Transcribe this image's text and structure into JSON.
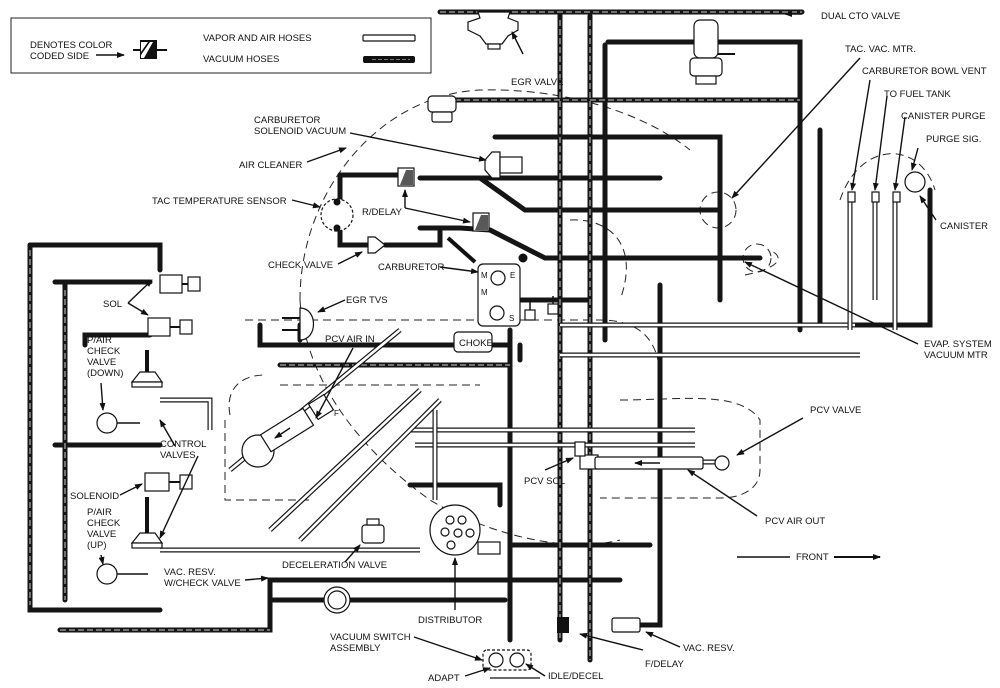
{
  "legend": {
    "color_coded": "DENOTES COLOR",
    "color_coded_2": "CODED SIDE",
    "vapor_air": "VAPOR AND AIR HOSES",
    "vacuum": "VACUUM HOSES"
  },
  "labels": {
    "dual_cto_valve": "DUAL CTO VALVE",
    "egr_valve": "EGR VALVE",
    "tac_vac_mtr": "TAC. VAC. MTR.",
    "carb_bowl_vent": "CARBURETOR BOWL VENT",
    "to_fuel_tank": "TO FUEL TANK",
    "canister_purge": "CANISTER PURGE",
    "purge_sig": "PURGE SIG.",
    "canister": "CANISTER",
    "carb_sol_vac_1": "CARBURETOR",
    "carb_sol_vac_2": "SOLENOID VACUUM",
    "air_cleaner": "AIR CLEANER",
    "tac_temp_sensor": "TAC TEMPERATURE SENSOR",
    "r_delay": "R/DELAY",
    "check_valve": "CHECK VALVE",
    "carburetor": "CARBURETOR",
    "carb_m1": "M",
    "carb_m2": "M",
    "carb_e": "E",
    "carb_s": "S",
    "choke": "CHOKE",
    "egr_tvs": "EGR TVS",
    "pcv_air_in": "PCV AIR IN",
    "pcv_f": "F",
    "sol": "SOL",
    "pair_down_1": "P/AIR",
    "pair_down_2": "CHECK",
    "pair_down_3": "VALVE",
    "pair_down_4": "(DOWN)",
    "control_valves_1": "CONTROL",
    "control_valves_2": "VALVES",
    "solenoid": "SOLENOID",
    "pair_up_1": "P/AIR",
    "pair_up_2": "CHECK",
    "pair_up_3": "VALVE",
    "pair_up_4": "(UP)",
    "vac_resv_check_1": "VAC. RESV.",
    "vac_resv_check_2": "W/CHECK VALVE",
    "deceleration_valve": "DECELERATION VALVE",
    "distributor": "DISTRIBUTOR",
    "vacuum_switch_1": "VACUUM SWITCH",
    "vacuum_switch_2": "ASSEMBLY",
    "adapt": "ADAPT",
    "idle_decel": "IDLE/DECEL",
    "f_delay": "F/DELAY",
    "vac_resv": "VAC. RESV.",
    "pcv_sol": "PCV SOL",
    "pcv_valve": "PCV VALVE",
    "pcv_air_out": "PCV AIR OUT",
    "evap_1": "EVAP. SYSTEM",
    "evap_2": "VACUUM  MTR",
    "front": "FRONT"
  }
}
